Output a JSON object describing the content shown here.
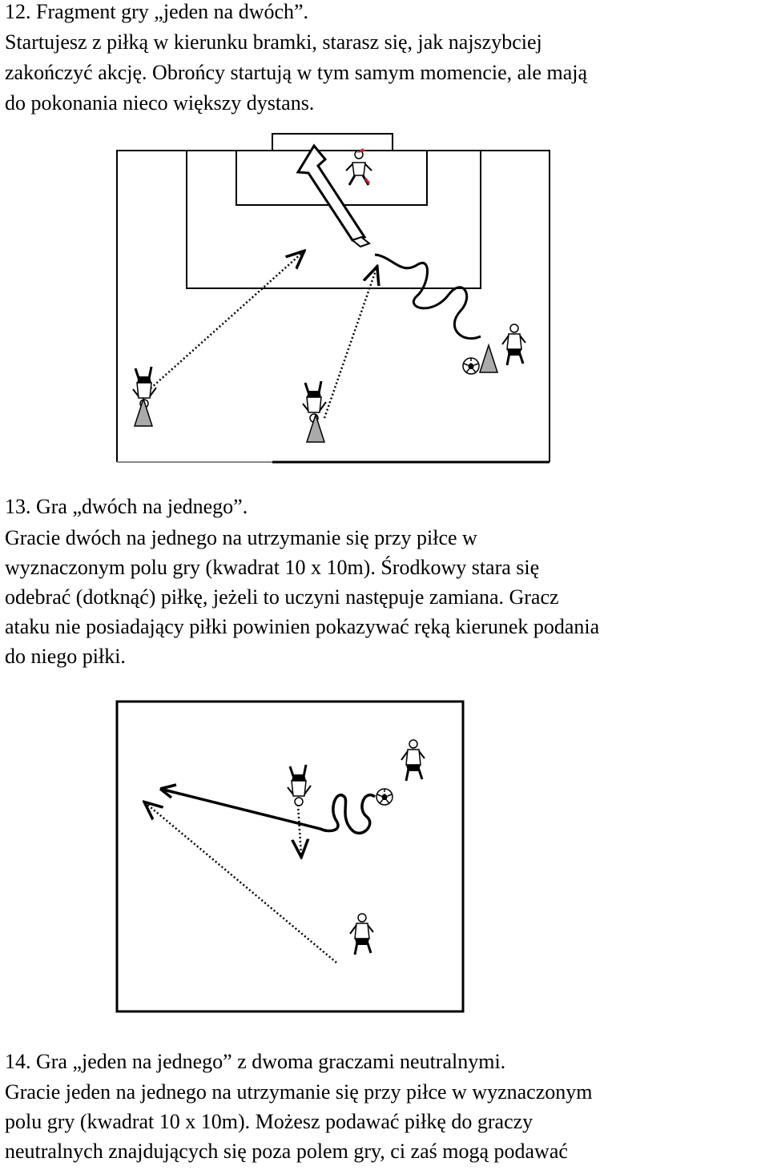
{
  "section12": {
    "title": "12. Fragment gry „jeden na dwóch”.",
    "lines": [
      "Startujesz z piłką w kierunku bramki, starasz się, jak najszybciej",
      "zakończyć akcję. Obrońcy startują w tym samym momencie, ale mają",
      "do pokonania nieco większy dystans."
    ]
  },
  "section13": {
    "title": "13. Gra „dwóch na jednego”.",
    "lines": [
      "Gracie dwóch na jednego na utrzymanie się przy piłce w",
      "wyznaczonym polu gry (kwadrat 10 x 10m). Środkowy stara się",
      "odebrać (dotknąć) piłkę, jeżeli to uczyni następuje zamiana. Gracz",
      "ataku nie posiadający piłki powinien pokazywać ręką kierunek podania",
      "do niego piłki."
    ]
  },
  "section14": {
    "title": "14. Gra „jeden na jednego” z dwoma graczami neutralnymi.",
    "lines": [
      "Gracie jeden na jednego na utrzymanie się przy piłce w wyznaczonym",
      "polu gry (kwadrat 10 x 10m). Możesz podawać piłkę do graczy",
      "neutralnych znajdujących się poza polem gry, ci zaś mogą podawać"
    ]
  },
  "diagram_icons": [
    "goalkeeper-figure",
    "player-figure",
    "ball-icon",
    "cone-icon",
    "dribble-arrow",
    "pass-arrow",
    "shot-arrow"
  ]
}
